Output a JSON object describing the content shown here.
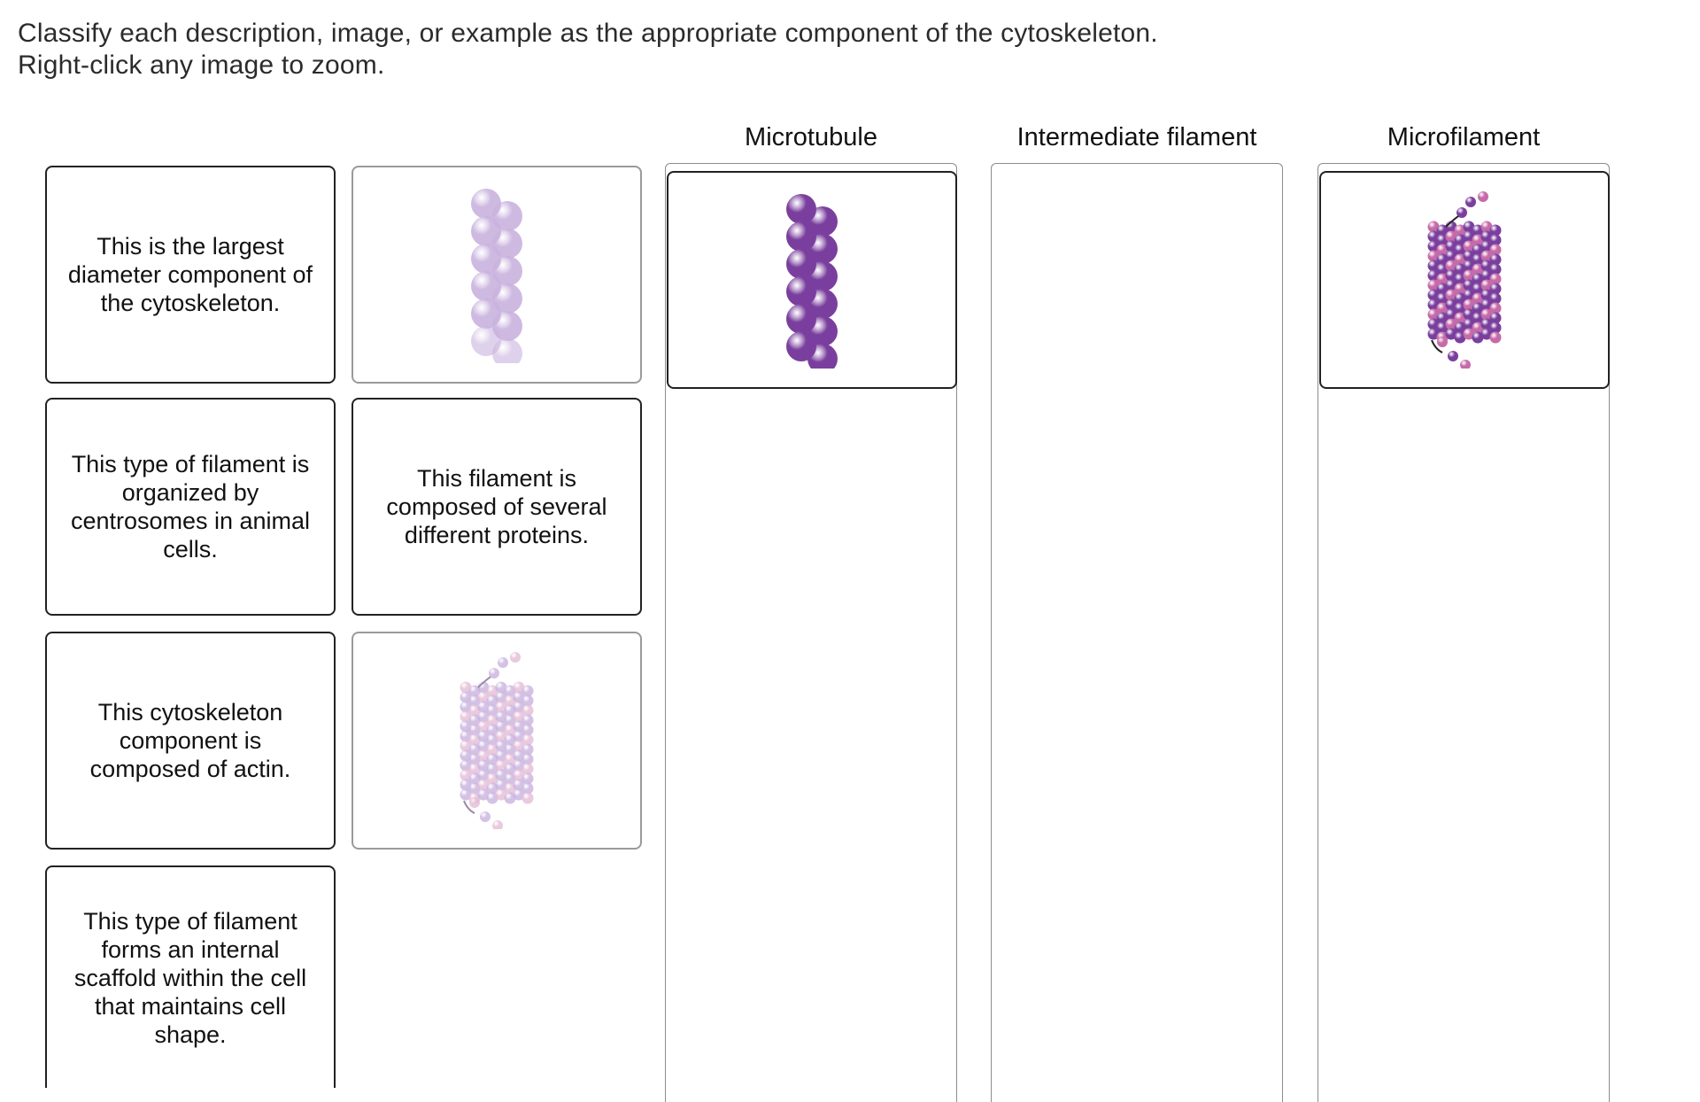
{
  "instructions": {
    "line1": "Classify each description, image, or example as the appropriate component of the cytoskeleton.",
    "line2": "Right-click any image to zoom."
  },
  "bins": [
    {
      "title": "Microtubule"
    },
    {
      "title": "Intermediate filament"
    },
    {
      "title": "Microfilament"
    }
  ],
  "cards": {
    "largest_diameter": "This is the largest diameter component of the cytoskeleton.",
    "centrosomes": "This type of filament is organized by centrosomes in animal cells.",
    "actin": "This cytoskeleton component is composed of actin.",
    "scaffold": "This type of filament forms an internal scaffold within the cell that maintains cell shape.",
    "several_proteins": "This filament is composed of several different proteins."
  },
  "colors": {
    "bead_dark": "#7a3f9e",
    "bead_light": "#c9b2de",
    "bead_pink": "#c76aa8",
    "card_border": "#222222",
    "faded_border": "#9a9a9a",
    "bin_border": "#8c8c8c"
  },
  "icons": {
    "double_bead_strand": "double-bead-strand-icon",
    "hollow_cylinder": "hollow-cylinder-icon"
  }
}
